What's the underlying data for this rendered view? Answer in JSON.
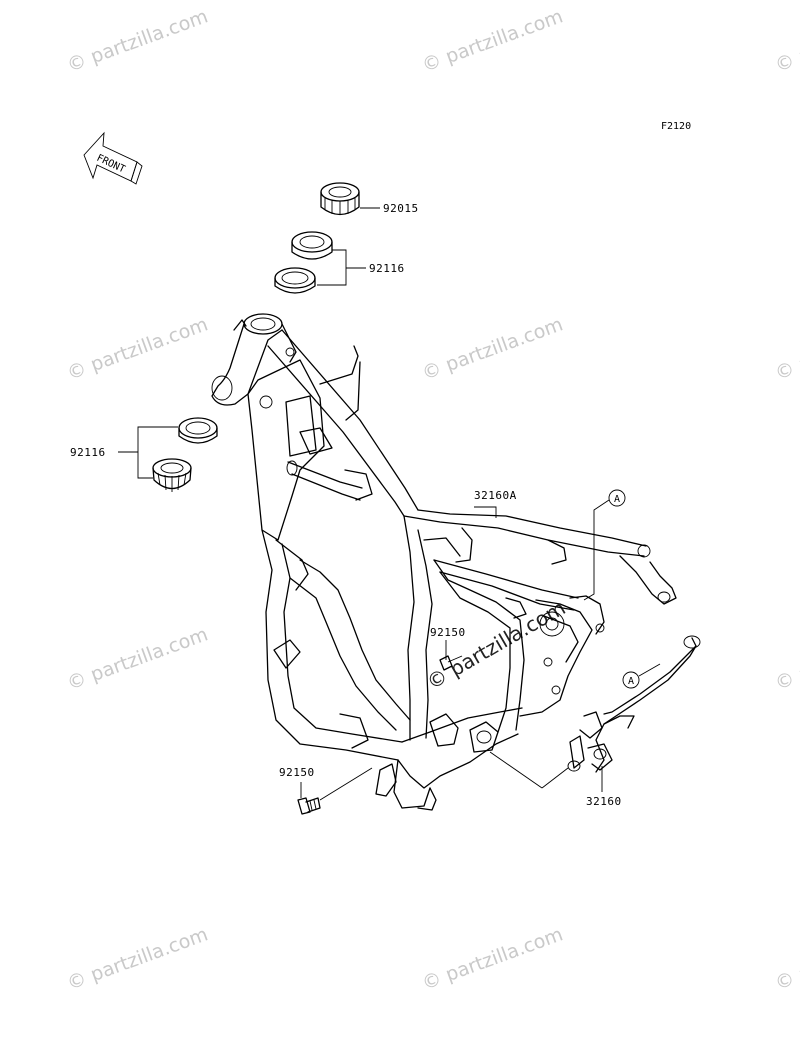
{
  "figure_code": "F2120",
  "front_arrow_label": "FRONT",
  "watermark": "© partzilla.com",
  "callout_marker": "A",
  "parts": {
    "steering_nut": "92015",
    "bearing_upper": "92116",
    "bearing_lower": "92116",
    "frame_main": "32160A",
    "frame_sub": "32160",
    "bolt_upper": "92150",
    "bolt_lower": "92150"
  }
}
